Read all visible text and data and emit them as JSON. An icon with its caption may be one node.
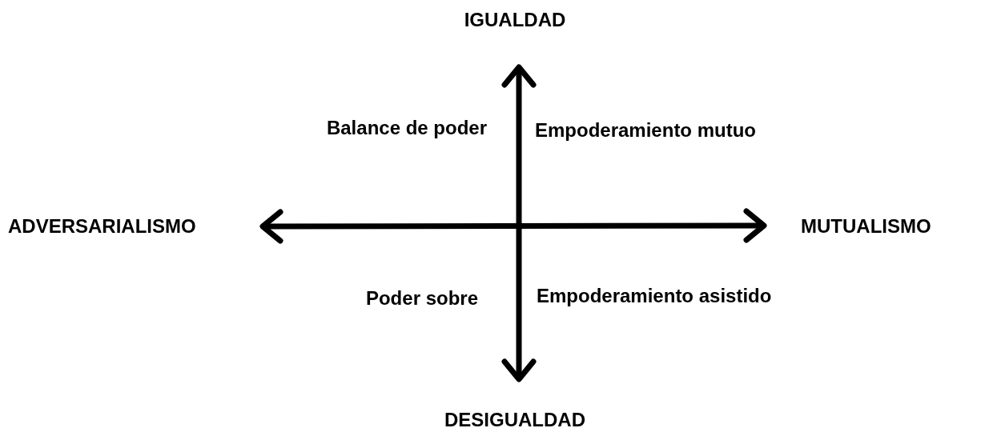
{
  "diagram": {
    "labels": [
      "IGUALDAD",
      "Balance de poder",
      "Empoderamiento mutuo",
      "ADVERSARIALISMO",
      "MUTUALISMO",
      "Poder sobre",
      "Empoderamiento asistido",
      "DESIGUALDAD"
    ]
  }
}
